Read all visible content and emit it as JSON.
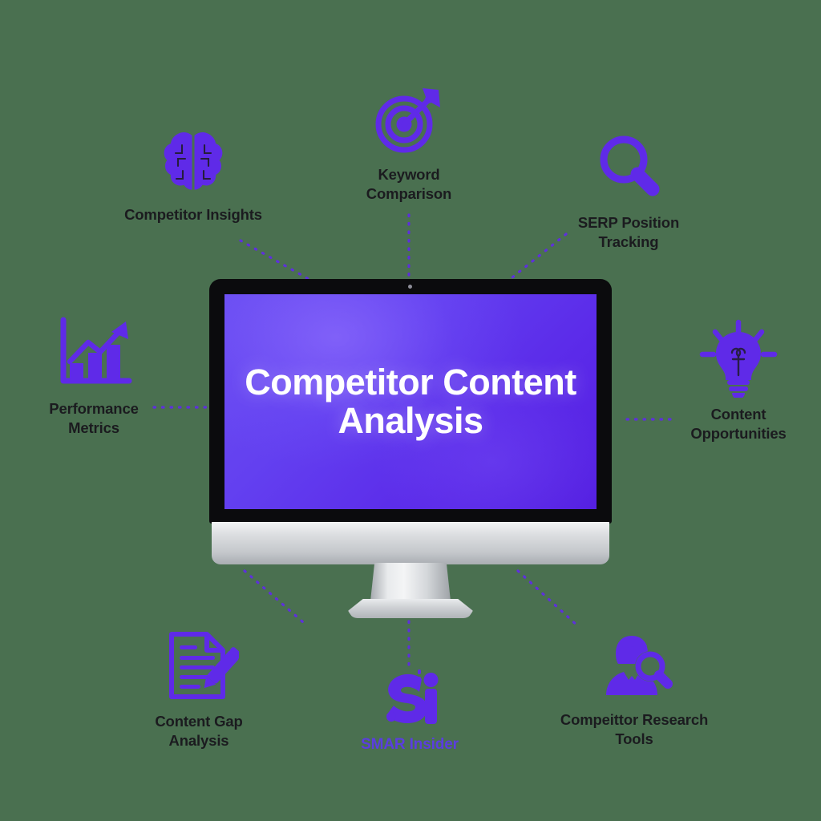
{
  "background_color": "#4a7050",
  "accent_color": "#5f2ae8",
  "label_color": "#1b1b1f",
  "monitor": {
    "screen": {
      "title_lines": "Competitor\nContent\nAnalysis",
      "gradient_from": "#6b4ef2",
      "gradient_to": "#5520e2",
      "text_color": "#ffffff"
    },
    "bezel_color": "#0b0b0d",
    "chin_color": "#dcdee1",
    "webcam_label": "webcam"
  },
  "nodes": [
    {
      "id": "competitor-insights",
      "icon": "brain-icon",
      "label": "Competitor Insights",
      "position": "top-left"
    },
    {
      "id": "keyword-comparison",
      "icon": "target-arrow-icon",
      "label": "Keyword\nComparison",
      "position": "top-center"
    },
    {
      "id": "serp-position-tracking",
      "icon": "magnifier-icon",
      "label": "SERP Position\nTracking",
      "position": "top-right"
    },
    {
      "id": "performance-metrics",
      "icon": "bar-chart-growth-icon",
      "label": "Performance\nMetrics",
      "position": "left"
    },
    {
      "id": "content-opportunities",
      "icon": "lightbulb-icon",
      "label": "Content\nOpportunities",
      "position": "right"
    },
    {
      "id": "content-gap-analysis",
      "icon": "document-pencil-icon",
      "label": "Content Gap\nAnalysis",
      "position": "bottom-left"
    },
    {
      "id": "smar-insider",
      "icon": "si-monogram-logo",
      "label": "SMAR Insider",
      "position": "bottom-center"
    },
    {
      "id": "competitor-research-tools",
      "icon": "person-magnifier-icon",
      "label": "Compeittor Research\nTools",
      "position": "bottom-right"
    }
  ]
}
